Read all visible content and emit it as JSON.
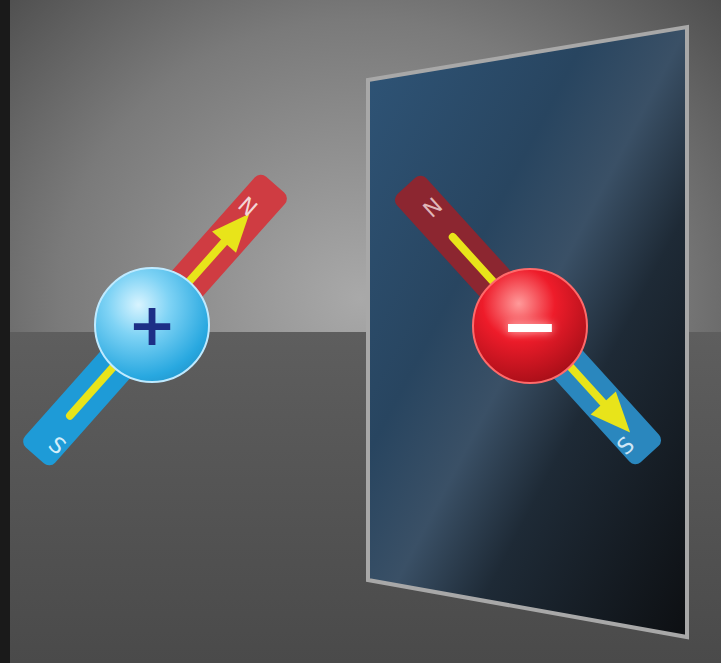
{
  "diagram": {
    "nodes": [
      {
        "text": [
          "+"
        ]
      },
      {
        "text": [
          "−"
        ]
      }
    ],
    "labels": [
      "N",
      "S",
      "N",
      "S"
    ]
  }
}
